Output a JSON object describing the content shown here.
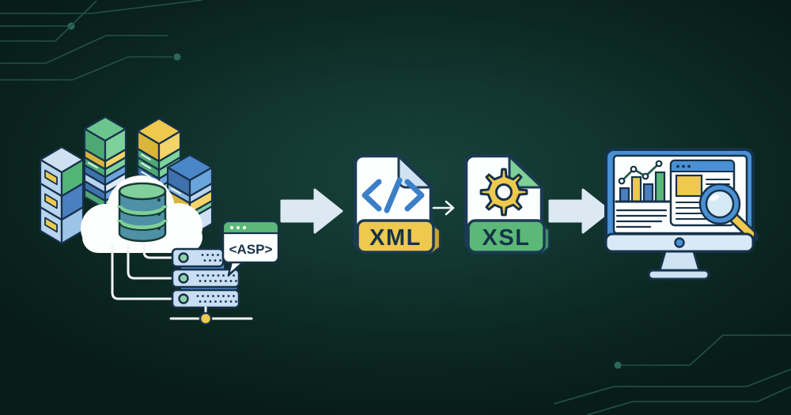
{
  "scene": {
    "asp_bubble": {
      "label": "<ASP>"
    },
    "files": [
      {
        "label": "XML",
        "badge_color": "#eec94e",
        "icon": "code-icon"
      },
      {
        "label": "XSL",
        "badge_color": "#5cb878",
        "icon": "gear-icon"
      }
    ]
  },
  "palette": {
    "background_center": "#16403a",
    "background_edge": "#081d19",
    "circuit_trace": "#235149",
    "outline_navy": "#16324a",
    "white": "#fdfefe",
    "arrow_light": "#dce9f2",
    "blue": "#4a86c8",
    "monitor_blue": "#4a90d4",
    "light_blue": "#cfe0f2",
    "green": "#5cb878",
    "green_light": "#7ed096",
    "yellow": "#eec94e",
    "cylinder_teal": "#4e90a6"
  }
}
